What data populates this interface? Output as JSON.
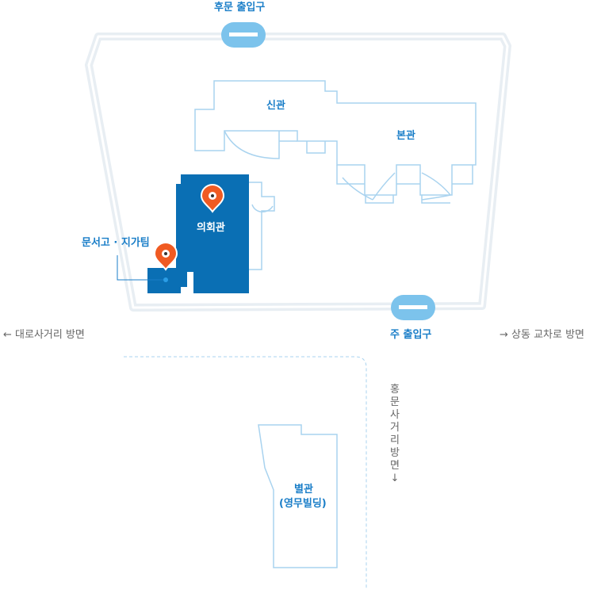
{
  "colors": {
    "outline": "#a9d3ef",
    "building_fill": "#0a6fb4",
    "label_blue": "#1a7ec8",
    "gate": "#7cc3ec",
    "pin": "#f05a22",
    "direction_text": "#666666"
  },
  "gates": {
    "rear": "후문 출입구",
    "main": "주 출입구"
  },
  "buildings": {
    "sin_gwan": "신관",
    "bon_gwan": "본관",
    "uihoe_gwan": "의회관",
    "byeol_gwan_line1": "별관",
    "byeol_gwan_line2": "(영무빌딩)"
  },
  "markers": {
    "document_team": "문서고 · 지가팀"
  },
  "directions": {
    "left": "← 대로사거리 방면",
    "right": "→ 상동 교차로 방면",
    "down": "홍문사거리 방면↓"
  },
  "icons": [
    "location-pin-icon",
    "location-pin-icon"
  ]
}
